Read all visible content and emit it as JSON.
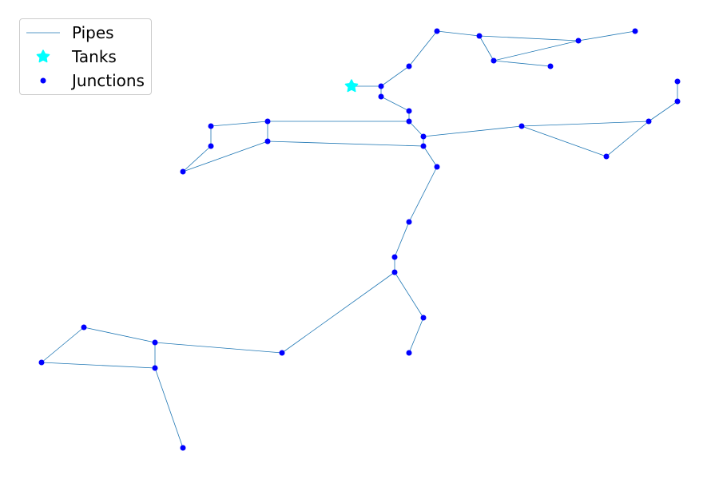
{
  "legend": {
    "items": [
      {
        "label": "Pipes",
        "marker": "line",
        "color": "#1f77b4"
      },
      {
        "label": "Tanks",
        "marker": "star",
        "color": "#00ffff"
      },
      {
        "label": "Junctions",
        "marker": "dot",
        "color": "#0000ff"
      }
    ]
  },
  "colors": {
    "pipe": "#1f77b4",
    "junction": "#0000ff",
    "tank": "#00ffff"
  }
}
